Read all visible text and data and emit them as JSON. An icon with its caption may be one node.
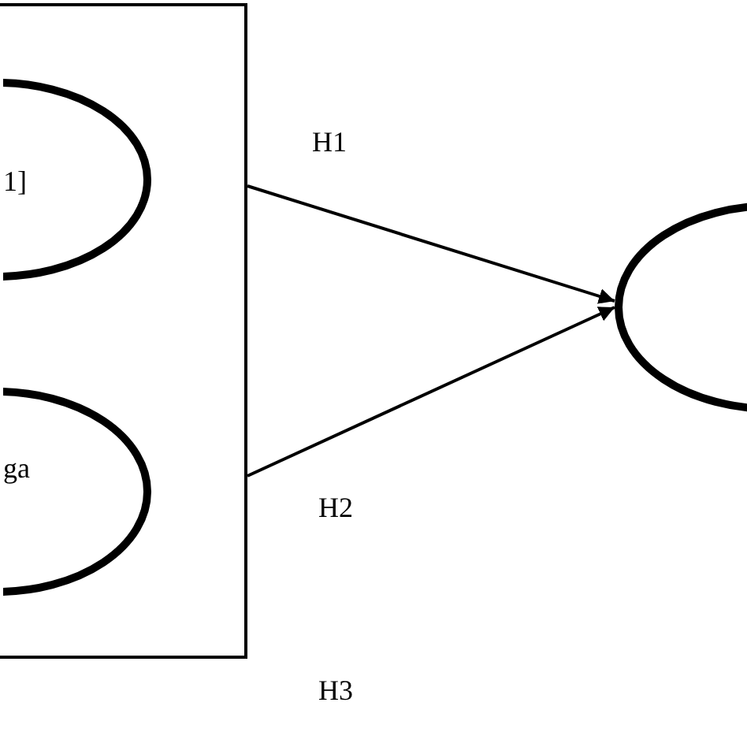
{
  "diagram": {
    "nodes": [
      {
        "text": [],
        "shape": "box"
      },
      {
        "text": [
          "1]"
        ]
      },
      {
        "text": [
          "ga"
        ]
      },
      {
        "text": [],
        "shape": "circle"
      }
    ],
    "edges": [
      {
        "from": 0,
        "to": 3,
        "arrow": "to",
        "label": "H1"
      },
      {
        "from": 0,
        "to": 3,
        "arrow": "to",
        "label": "H2"
      }
    ],
    "labels": [
      "H3"
    ]
  }
}
